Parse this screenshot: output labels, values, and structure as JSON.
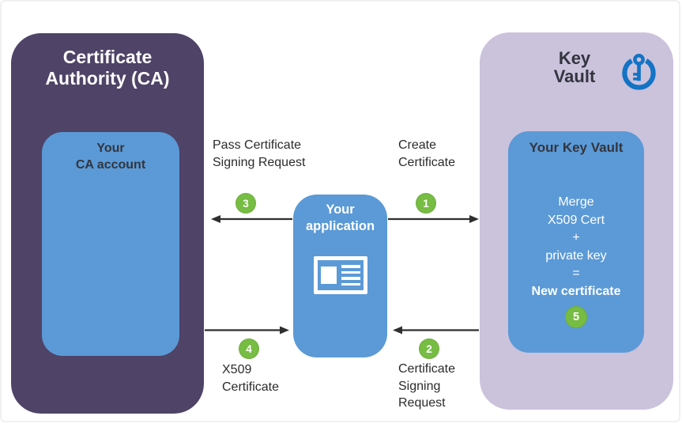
{
  "colors": {
    "ca_purple": "#4f4367",
    "box_blue": "#5b9ad6",
    "vault_lavender": "#cbc2dc",
    "step_green": "#77bc43",
    "icon_blue": "#1373c5",
    "arrow_dark": "#2f2f2f",
    "label_text": "#2b2b2b",
    "dark_title": "#33353e"
  },
  "ca": {
    "title": "Certificate\nAuthority (CA)",
    "account_label": "Your\nCA account"
  },
  "application": {
    "title": "Your\napplication"
  },
  "key_vault": {
    "title": "Key\nVault",
    "inner_title": "Your Key Vault",
    "merge": {
      "line1": "Merge",
      "line2": "X509 Cert",
      "line3": "+",
      "line4": "private key",
      "line5": "=",
      "line6": "New certificate"
    },
    "step": "5"
  },
  "flows": {
    "create_certificate": {
      "step": "1",
      "label": "Create\nCertificate",
      "direction": "application to key vault"
    },
    "csr_return": {
      "step": "2",
      "label": "Certificate\nSigning\nRequest",
      "direction": "key vault to application"
    },
    "pass_csr": {
      "step": "3",
      "label": "Pass Certificate\nSigning Request",
      "direction": "application to certificate authority"
    },
    "x509_certificate": {
      "step": "4",
      "label": "X509\nCertificate",
      "direction": "certificate authority to application"
    }
  }
}
